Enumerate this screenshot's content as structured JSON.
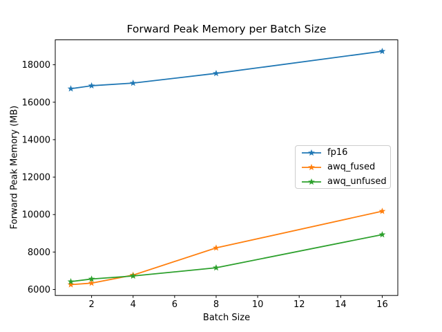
{
  "figure_title": "Forward Peak Memory per Batch Size",
  "chart_data": {
    "type": "line",
    "title": "Forward Peak Memory per Batch Size",
    "xlabel": "Batch Size",
    "ylabel": "Forward Peak Memory (MB)",
    "x": [
      1,
      2,
      4,
      8,
      16
    ],
    "series": [
      {
        "name": "fp16",
        "color": "#1f77b4",
        "values": [
          16720,
          16880,
          17020,
          17540,
          18720
        ]
      },
      {
        "name": "awq_fused",
        "color": "#ff7f0e",
        "values": [
          6260,
          6340,
          6770,
          8220,
          10180
        ]
      },
      {
        "name": "awq_unfused",
        "color": "#2ca02c",
        "values": [
          6420,
          6560,
          6720,
          7160,
          8930
        ]
      }
    ],
    "marker": "star",
    "line_width": 1.8,
    "xticks": [
      2,
      4,
      6,
      8,
      10,
      12,
      14,
      16
    ],
    "yticks": [
      6000,
      8000,
      10000,
      12000,
      14000,
      16000,
      18000
    ],
    "xlim": [
      0.25,
      16.75
    ],
    "ylim": [
      5680,
      19330
    ],
    "grid": false,
    "legend_position": "center-right",
    "axis_color": "#000000",
    "background_color": "#ffffff"
  }
}
